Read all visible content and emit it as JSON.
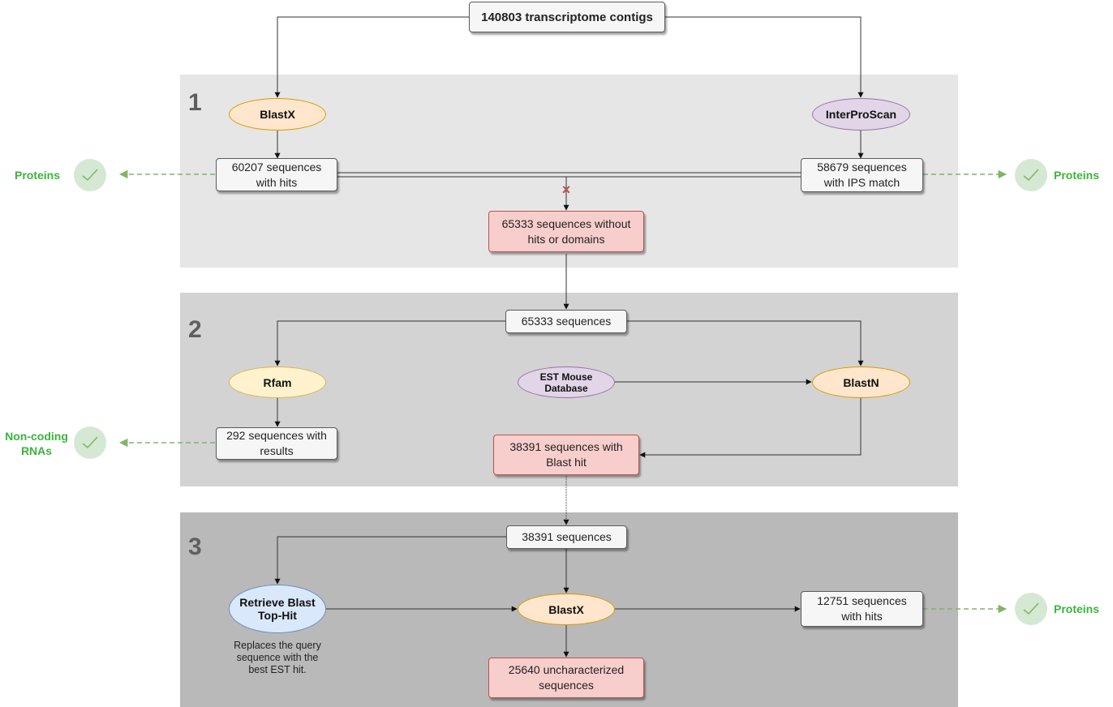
{
  "top": {
    "contigs": "140803 transcriptome contigs"
  },
  "steps": [
    "1",
    "2",
    "3"
  ],
  "step1": {
    "blastx": "BlastX",
    "interproscan": "InterProScan",
    "blastx_result": "60207 sequences\nwith hits",
    "ips_result": "58679 sequences\nwith IPS match",
    "no_hits": "65333 sequences without\nhits or domains",
    "x_mark": "×"
  },
  "step2": {
    "sequences": "65333 sequences",
    "rfam": "Rfam",
    "est_db": "EST Mouse\nDatabase",
    "blastn": "BlastN",
    "rfam_result": "292 sequences with\nresults",
    "blast_hit": "38391 sequences with\nBlast hit"
  },
  "step3": {
    "sequences": "38391 sequences",
    "retrieve": "Retrieve Blast\nTop-Hit",
    "retrieve_note": "Replaces the query\nsequence with the\nbest EST hit.",
    "blastx": "BlastX",
    "hits": "12751 sequences\nwith hits",
    "uncharacterized": "25640 uncharacterized\nsequences"
  },
  "outputs": {
    "proteins_left": "Proteins",
    "proteins_right": "Proteins",
    "ncrna": "Non-coding\nRNAs",
    "proteins_bottom": "Proteins"
  },
  "colors": {
    "panel1": "#e6e6e6",
    "panel2": "#d3d3d3",
    "panel3": "#b9b9b9",
    "orange": "#ffe6cc",
    "purple": "#e1d5e7",
    "yellow": "#fff2cc",
    "blue": "#dae8fc",
    "red": "#f8cecc",
    "green": "#3cb33c",
    "green_dash": "#82b366"
  }
}
